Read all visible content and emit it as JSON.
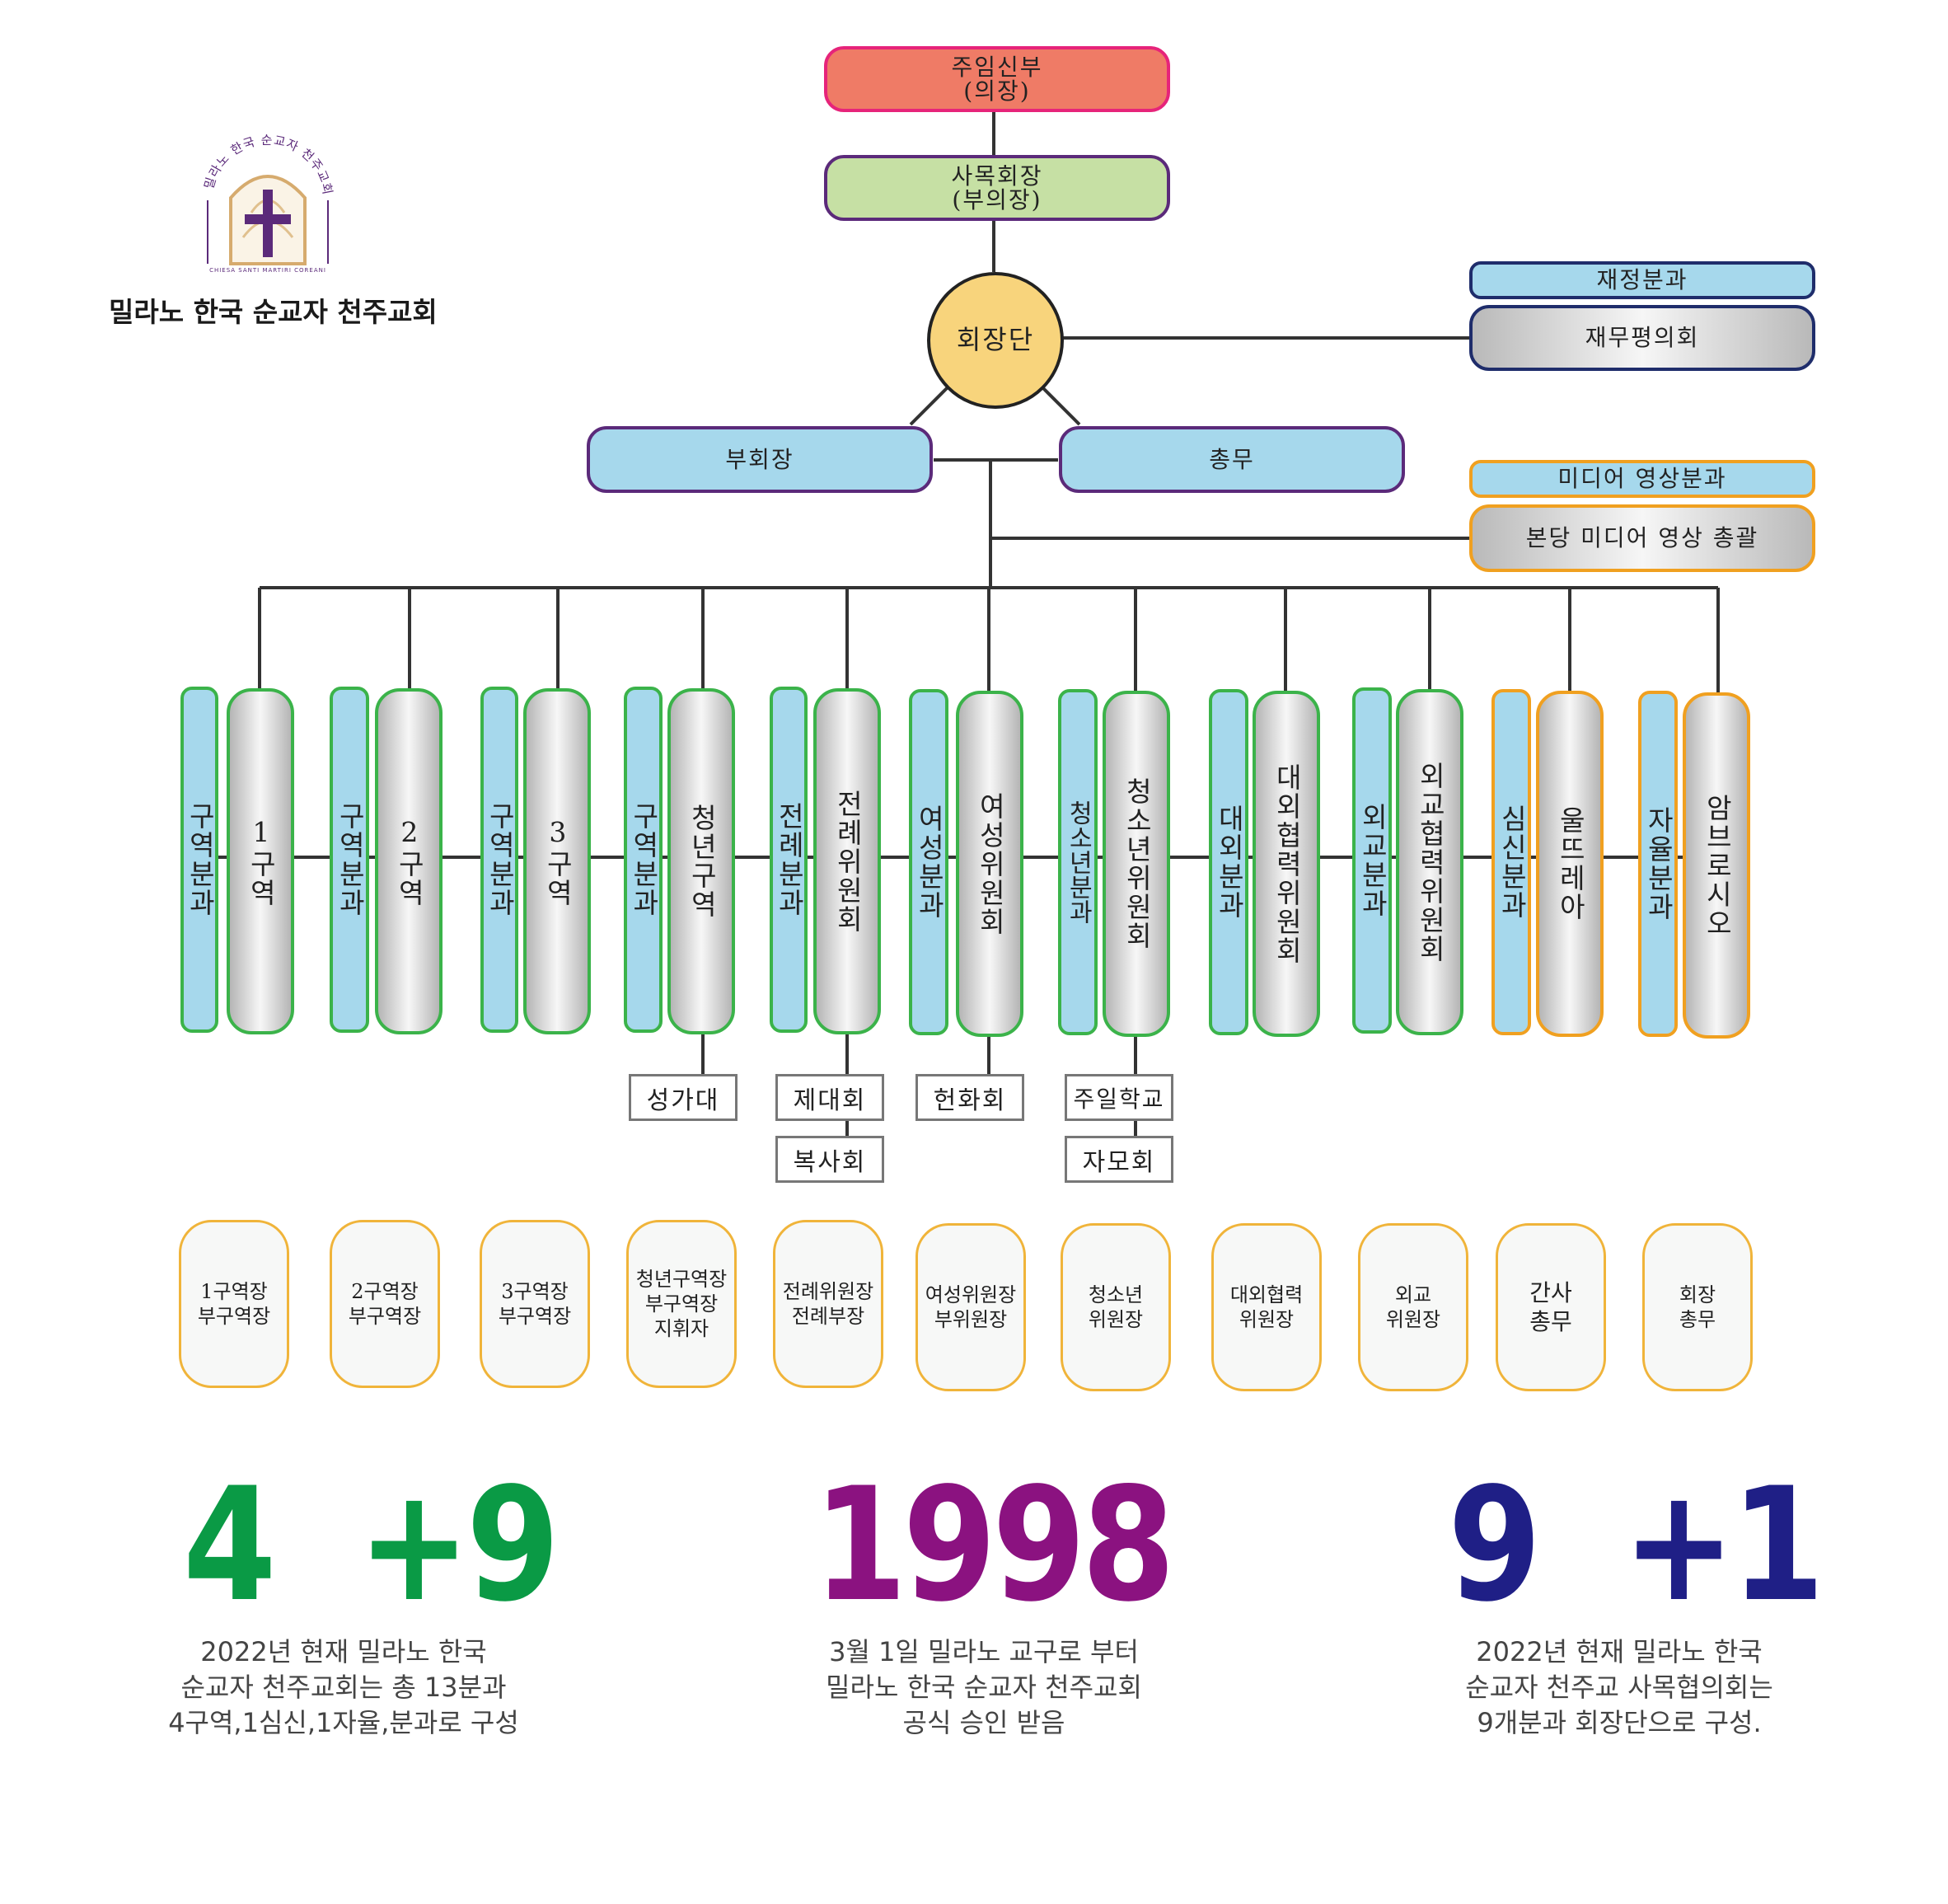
{
  "logo": {
    "arc_text": "밀라노 한국 순교자 천주교회",
    "small_caption": "CHIESA SANTI MARTIRI COREANI",
    "name": "밀라노 한국 순교자 천주교회"
  },
  "top": {
    "pastor": "주임신부\n(의장)",
    "vice": "사목회장\n(부의장)",
    "council": "회장단",
    "finance_sub": "재정분과",
    "finance_main": "재무평의회",
    "vp": "부회장",
    "general": "총무",
    "media_sub": "미디어 영상분과",
    "media_main": "본당 미디어 영상 총괄"
  },
  "columns": [
    {
      "sub": "구역분과",
      "main": "1구역",
      "roles": "1구역장\n부구역장"
    },
    {
      "sub": "구역분과",
      "main": "2구역",
      "roles": "2구역장\n부구역장"
    },
    {
      "sub": "구역분과",
      "main": "3구역",
      "roles": "3구역장\n부구역장"
    },
    {
      "sub": "구역분과",
      "main": "청년구역",
      "roles": "청년구역장\n부구역장\n지휘자"
    },
    {
      "sub": "전례분과",
      "main": "전례위원회",
      "roles": "전례위원장\n전례부장"
    },
    {
      "sub": "여성분과",
      "main": "여성위원회",
      "roles": "여성위원장\n부위원장"
    },
    {
      "sub": "청소년분과",
      "main": "청소년위원회",
      "roles": "청소년\n위원장"
    },
    {
      "sub": "대외분과",
      "main": "대외협력위원회",
      "roles": "대외협력\n위원장"
    },
    {
      "sub": "외교분과",
      "main": "외교협력위원회",
      "roles": "외교\n위원장"
    },
    {
      "sub": "심신분과",
      "main": "울뜨레아",
      "roles": "간사\n총무"
    },
    {
      "sub": "자율분과",
      "main": "암브로시오",
      "roles": "회장\n총무"
    }
  ],
  "subgroups": {
    "choir": "성가대",
    "altar": "제대회",
    "servers": "복사회",
    "flowers": "헌화회",
    "sunday_school": "주일학교",
    "mothers": "자모회"
  },
  "stats": [
    {
      "number": "4  +9",
      "color": "#0a9a45",
      "text": "2022년 현재 밀라노 한국\n순교자 천주교회는 총 13분과\n4구역,1심신,1자율,분과로 구성"
    },
    {
      "number": "1998",
      "color": "#8b1280",
      "text": "3월 1일  밀라노  교구로 부터\n밀라노 한국 순교자 천주교회\n공식 승인 받음"
    },
    {
      "number": "9  +1",
      "color": "#1f1f86",
      "text": "2022년 현재 밀라노 한국\n순교자 천주교 사목협의회는\n9개분과 회장단으로 구성."
    }
  ],
  "colors": {
    "pastor_fill": "#ef7b66",
    "pastor_border": "#e6247a",
    "vice_fill": "#c6e0a4",
    "purple_border": "#5b2a7a",
    "council_fill": "#f8d47c",
    "blue_fill": "#a6d8ec",
    "navy_border": "#1f2d6b",
    "orange_border": "#f0a020",
    "green_border": "#3bb34a",
    "role_border": "#f0b43a"
  }
}
